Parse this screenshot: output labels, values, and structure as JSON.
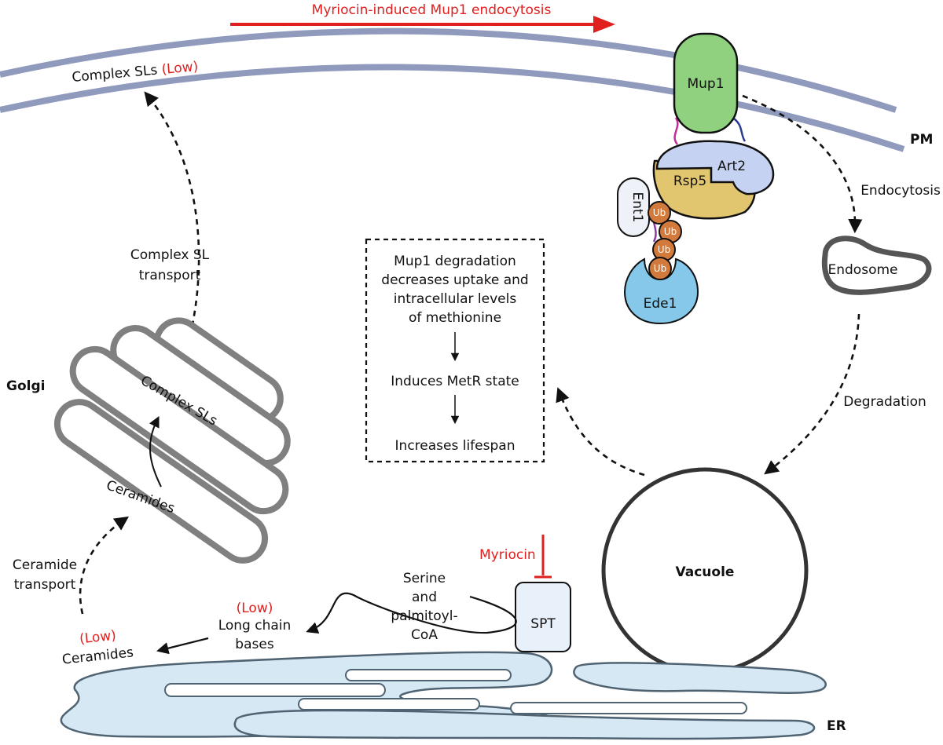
{
  "arrow_title": "Myriocin-induced Mup1 endocytosis",
  "membrane": {
    "complex_sls": "Complex SLs",
    "complex_sls_level": "(Low)",
    "pm_label": "PM",
    "er_label": "ER"
  },
  "proteins": {
    "mup1": "Mup1",
    "art2": "Art2",
    "rsp5": "Rsp5",
    "ent1": "Ent1",
    "ede1": "Ede1",
    "ub": "Ub"
  },
  "organelles": {
    "endosome": "Endosome",
    "vacuole": "Vacuole",
    "golgi": "Golgi"
  },
  "processes": {
    "endocytosis": "Endocytosis",
    "degradation": "Degradation",
    "complex_sl_transport_1": "Complex SL",
    "complex_sl_transport_2": "transport",
    "ceramide_transport_1": "Ceramide",
    "ceramide_transport_2": "transport"
  },
  "golgi_content": {
    "complex_sls": "Complex SLs",
    "ceramides": "Ceramides"
  },
  "er_pathway": {
    "myriocin": "Myriocin",
    "spt": "SPT",
    "substrate_1": "Serine",
    "substrate_2": "and",
    "substrate_3": "palmitoyl-",
    "substrate_4": "CoA",
    "lcb_level": "(Low)",
    "lcb_1": "Long chain",
    "lcb_2": "bases",
    "cer_level": "(Low)",
    "cer": "Ceramides"
  },
  "box": {
    "line1": "Mup1 degradation",
    "line2": "decreases uptake and",
    "line3": "intracellular levels",
    "line4": "of methionine",
    "step2": "Induces MetR state",
    "step3": "Increases lifespan"
  },
  "colors": {
    "membrane": "#8f9abd",
    "mup1": "#8fd17f",
    "art2": "#c5d2f2",
    "rsp5": "#e2c66f",
    "ub": "#d27a3c",
    "ede1": "#86c8e9",
    "er": "#d6e8f4",
    "golgi": "#808080",
    "red": "#e0201f"
  }
}
